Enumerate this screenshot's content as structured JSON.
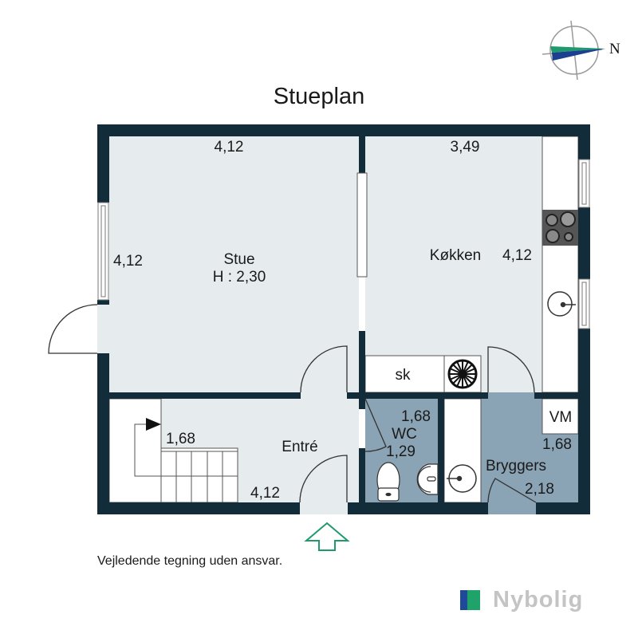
{
  "header": {
    "title": "Stueplan"
  },
  "compass": {
    "north_label": "N",
    "colors": {
      "upper": "#1e9a6c",
      "lower": "#1c3f8f",
      "ring": "#9a9a9a"
    }
  },
  "rooms": {
    "stue": {
      "name": "Stue",
      "height_label": "H : 2,30",
      "width": "4,12",
      "depth": "4,12"
    },
    "kokken": {
      "name": "Køkken",
      "width": "3,49",
      "depth": "4,12"
    },
    "entre": {
      "name": "Entré",
      "width": "4,12",
      "depth": "1,68"
    },
    "wc": {
      "name": "WC",
      "width": "1,29",
      "depth": "1,68"
    },
    "bryggers": {
      "name": "Bryggers",
      "width": "2,18",
      "depth": "1,68"
    }
  },
  "fixtures": {
    "skab_label": "sk",
    "vm_label": "VM"
  },
  "footer": {
    "disclaimer": "Vejledende tegning uden ansvar.",
    "brand": "Nybolig"
  },
  "colors": {
    "wall": "#132c3a",
    "living_floor": "#e6ebee",
    "wet_floor": "#8aa4b5",
    "entry_arrow": "#1e9a6c"
  }
}
